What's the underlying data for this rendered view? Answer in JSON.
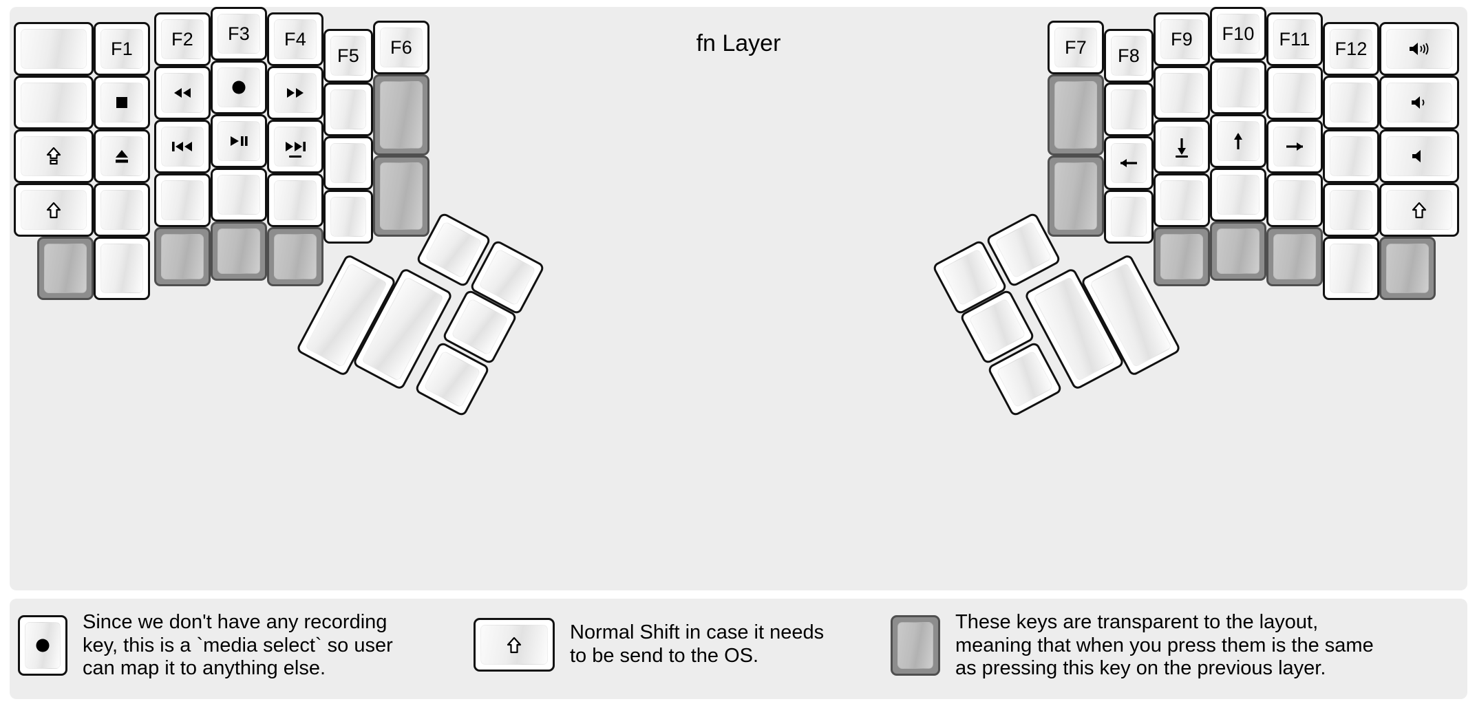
{
  "page": {
    "title": "fn Layer",
    "background": "#ededed",
    "key_fill": "#ffffff",
    "transparent_key_fill": "#8d8d8d",
    "border_color": "#111111"
  },
  "icons": {
    "record": "record-dot-icon",
    "stop": "stop-square-icon",
    "eject": "eject-icon",
    "rewind": "rewind-icon",
    "fast_forward": "fast-forward-icon",
    "prev_track": "previous-track-icon",
    "next_track": "next-track-icon",
    "play_pause": "play-pause-icon",
    "caps_lock": "caps-lock-icon",
    "shift": "shift-arrow-icon",
    "arrow_left": "arrow-left-icon",
    "arrow_down": "arrow-down-icon",
    "arrow_up": "arrow-up-icon",
    "arrow_right": "arrow-right-icon",
    "volume_up": "volume-up-icon",
    "volume_down": "volume-down-icon",
    "mute": "volume-mute-icon"
  },
  "left_half": {
    "labels": {
      "f1": "F1",
      "f2": "F2",
      "f3": "F3",
      "f4": "F4",
      "f5": "F5",
      "f6": "F6"
    }
  },
  "right_half": {
    "labels": {
      "f7": "F7",
      "f8": "F8",
      "f9": "F9",
      "f10": "F10",
      "f11": "F11",
      "f12": "F12"
    }
  },
  "legend": [
    {
      "key_kind": "record",
      "text": "Since we don't have any recording\nkey, this is a `media select` so user\ncan map it to anything else."
    },
    {
      "key_kind": "shift",
      "text": "Normal Shift in case it needs\nto be send to the OS."
    },
    {
      "key_kind": "transparent",
      "text": "These keys are transparent to the layout,\nmeaning that when you press them is the same\nas pressing this key on the previous layer."
    }
  ]
}
